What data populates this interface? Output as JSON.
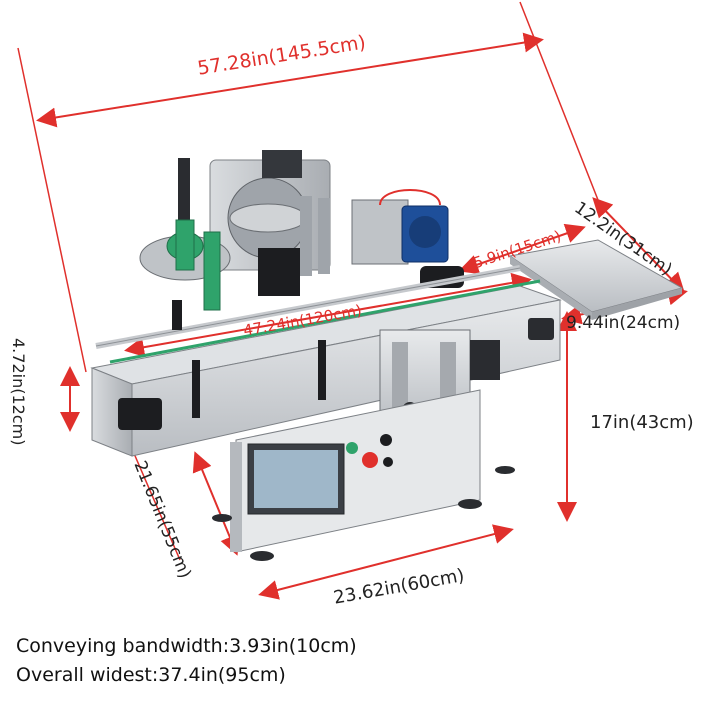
{
  "dimensions": {
    "total_length": "57.28in(145.5cm)",
    "feeder_depth": "12.2in(31cm)",
    "feeder_width": "9.44in(24cm)",
    "label_head_width": "5.9in(15cm)",
    "conveyor_length": "47.24in(120cm)",
    "conveyor_rail_height": "4.72in(12cm)",
    "machine_height": "17in(43cm)",
    "base_depth": "21.65in(55cm)",
    "base_width": "23.62in(60cm)"
  },
  "specs": {
    "conveying_bandwidth": "Conveying bandwidth:3.93in(10cm)",
    "overall_widest": "Overall widest:37.4in(95cm)"
  },
  "colors": {
    "dimension_red": "#e0302c",
    "steel": "#c9ccd0",
    "dark": "#2a2c30",
    "accent_green": "#2fa36b"
  }
}
